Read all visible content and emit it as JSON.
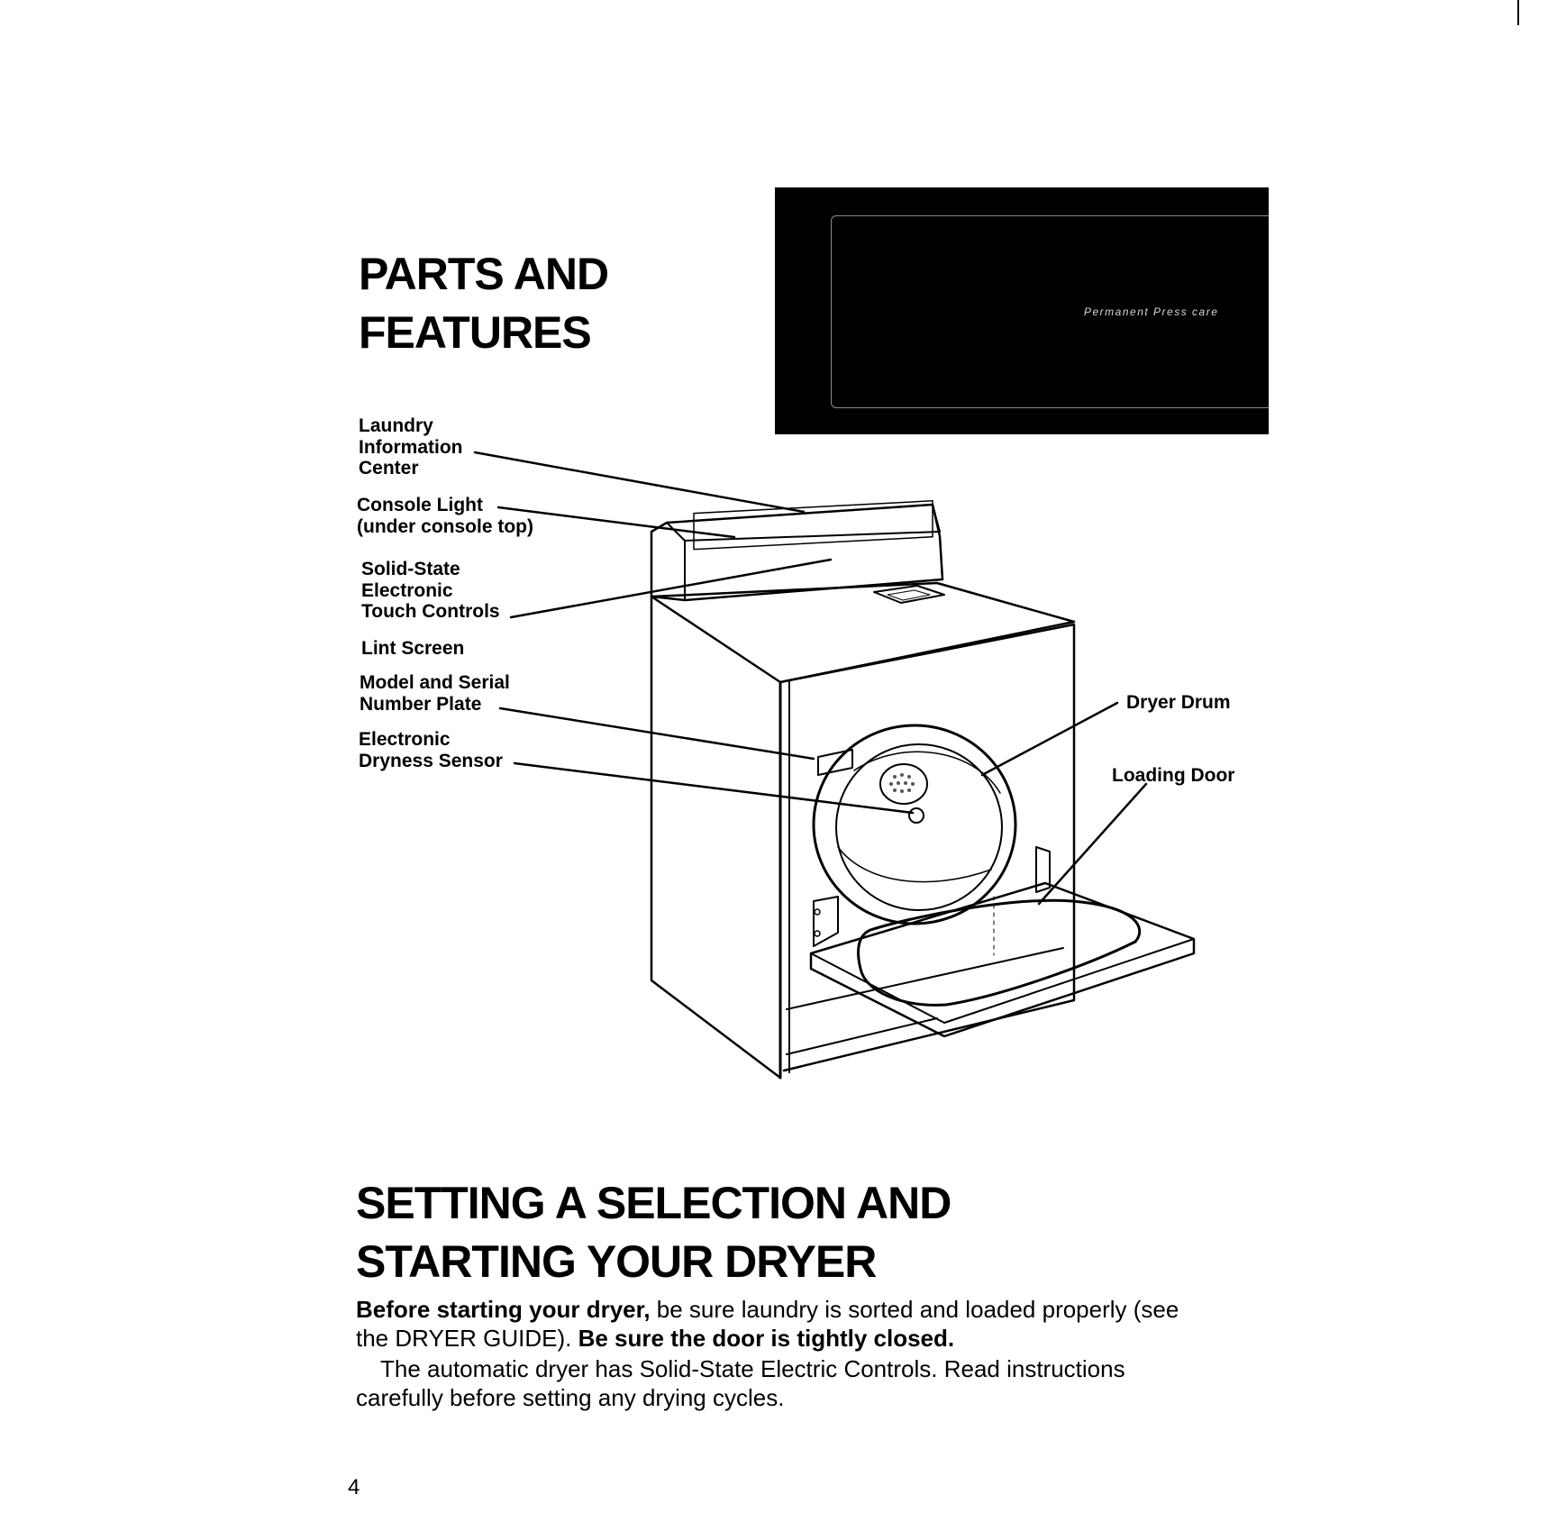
{
  "parts_section": {
    "title_line1": "PARTS AND",
    "title_line2": "FEATURES"
  },
  "console_panel": {
    "caption": "Permanent Press care"
  },
  "callouts": {
    "laundry_info": [
      "Laundry",
      "Information",
      "Center"
    ],
    "console_light": [
      "Console Light",
      "(under console top)"
    ],
    "touch_controls": [
      "Solid-State",
      "Electronic",
      "Touch Controls"
    ],
    "lint_screen": [
      "Lint Screen"
    ],
    "model_plate": [
      "Model and Serial",
      "Number Plate"
    ],
    "dryness_sensor": [
      "Electronic",
      "Dryness Sensor"
    ],
    "dryer_drum": "Dryer Drum",
    "loading_door": "Loading Door"
  },
  "setting_section": {
    "title_line1": "SETTING A SELECTION AND",
    "title_line2": "STARTING YOUR DRYER",
    "para1_bold_start": "Before starting your dryer,",
    "para1_text": " be sure laundry is sorted and loaded properly (see the DRYER GUIDE). ",
    "para1_bold_end": "Be sure the door is tightly closed.",
    "para2": "The automatic dryer has Solid-State Electric Controls. Read instructions carefully before setting any drying cycles."
  },
  "page_number": "4"
}
